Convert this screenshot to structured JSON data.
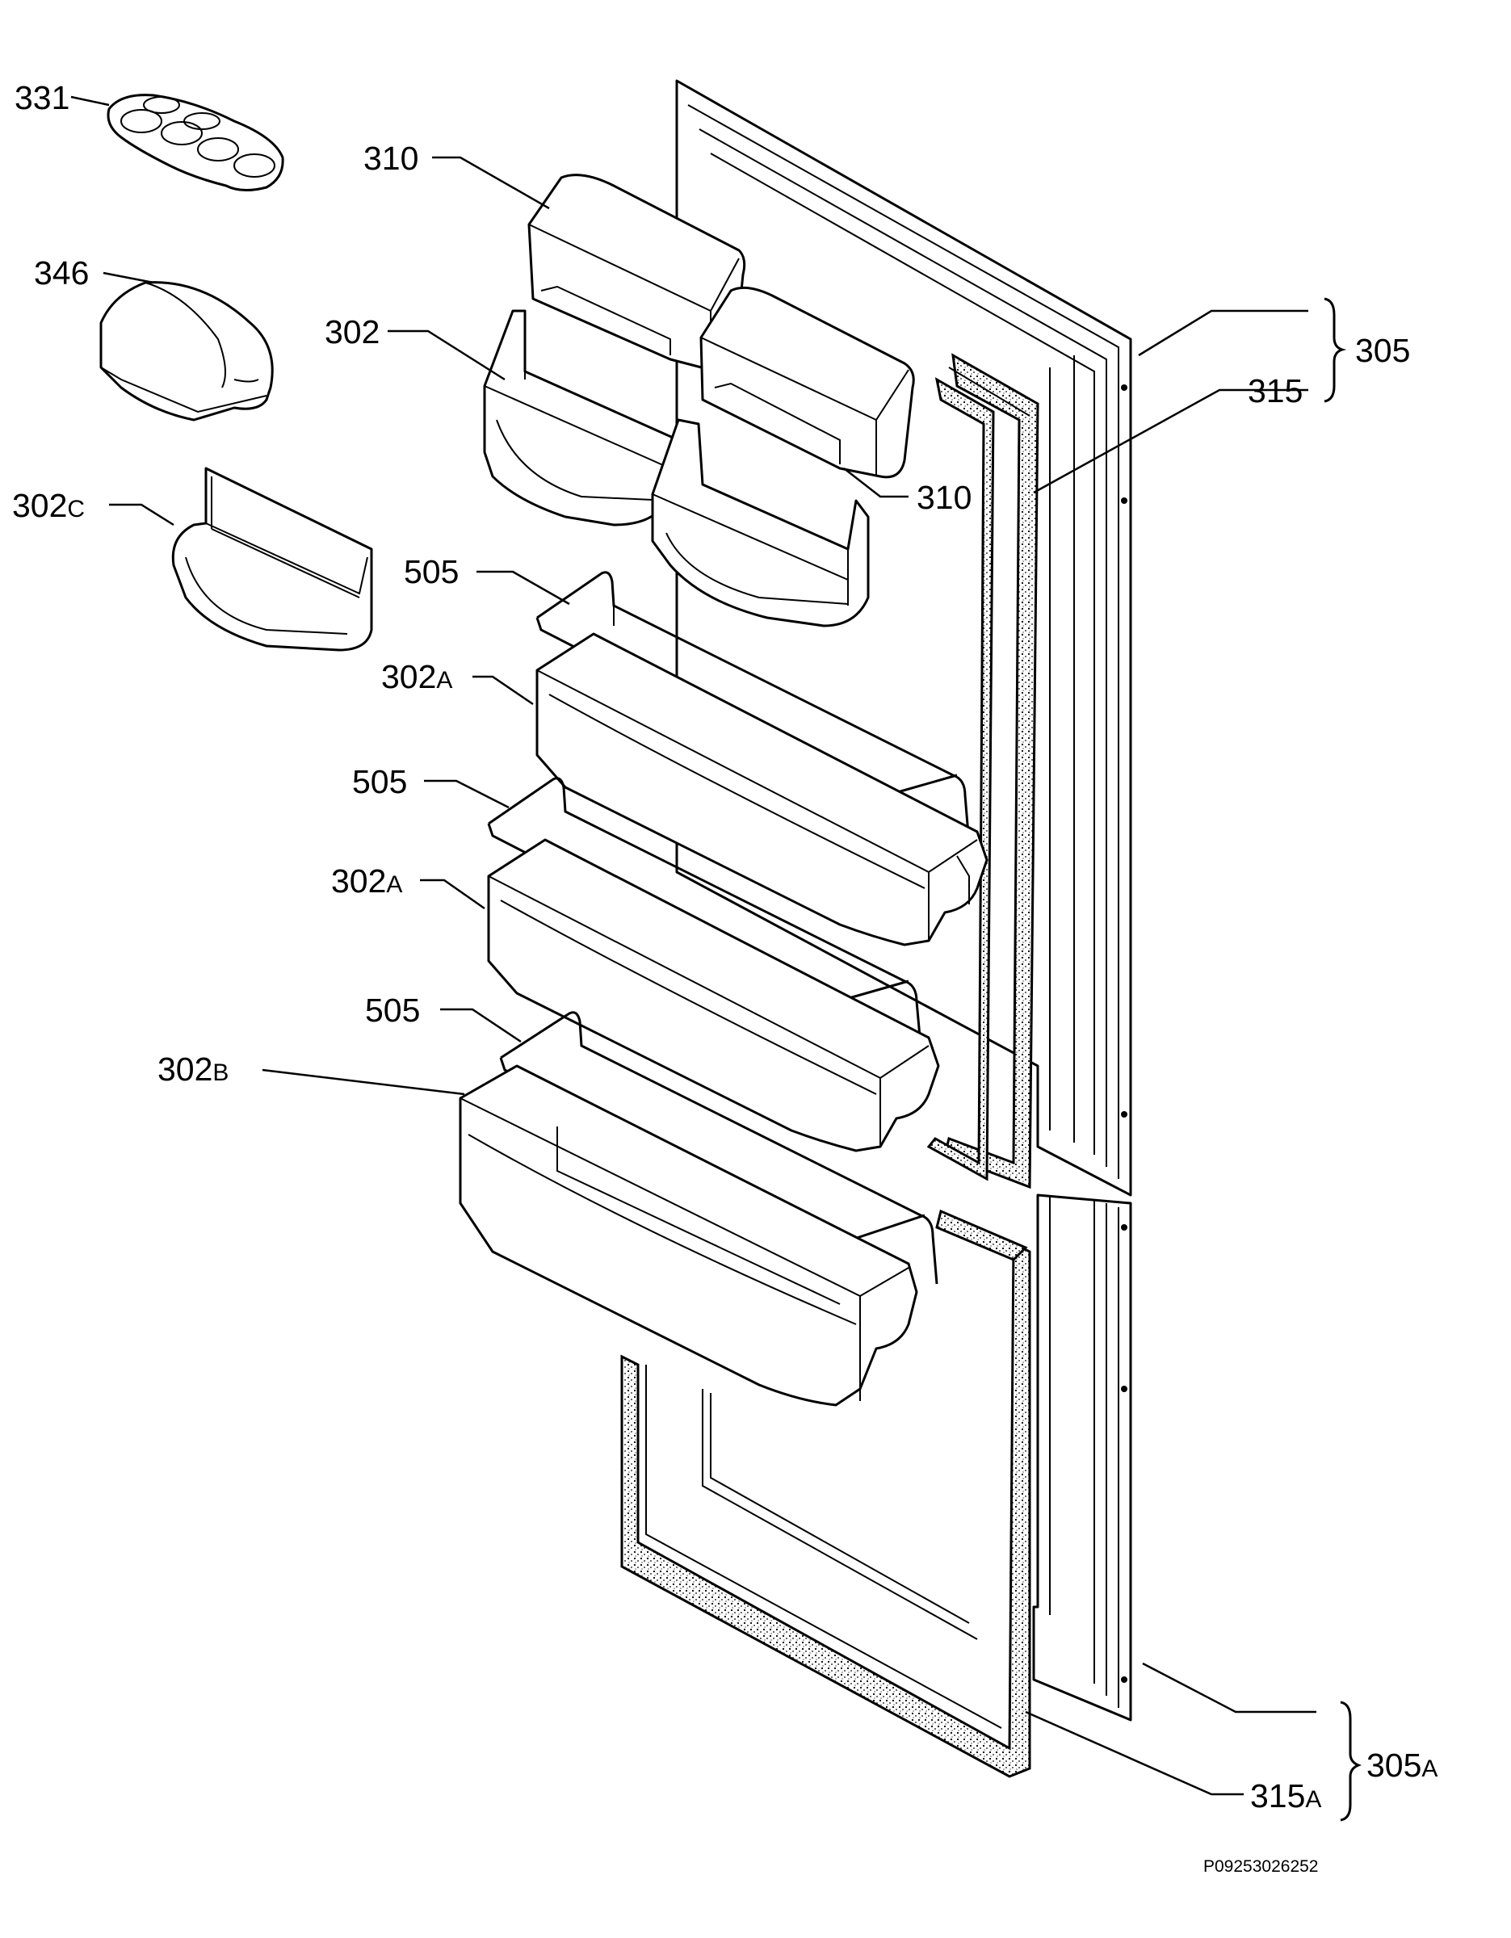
{
  "labels": {
    "p331": "331",
    "p346": "346",
    "p302c": "302",
    "p302c_suffix": "C",
    "p310_top": "310",
    "p310_right": "310",
    "p302": "302",
    "p505_1": "505",
    "p302a_1": "302",
    "p302a_1_suffix": "A",
    "p505_2": "505",
    "p302a_2": "302",
    "p302a_2_suffix": "A",
    "p505_3": "505",
    "p302b": "302",
    "p302b_suffix": "B",
    "p305": "305",
    "p315": "315",
    "p305a": "305",
    "p305a_suffix": "A",
    "p315a": "315",
    "p315a_suffix": "A"
  },
  "drawing_code": "P09253026252"
}
